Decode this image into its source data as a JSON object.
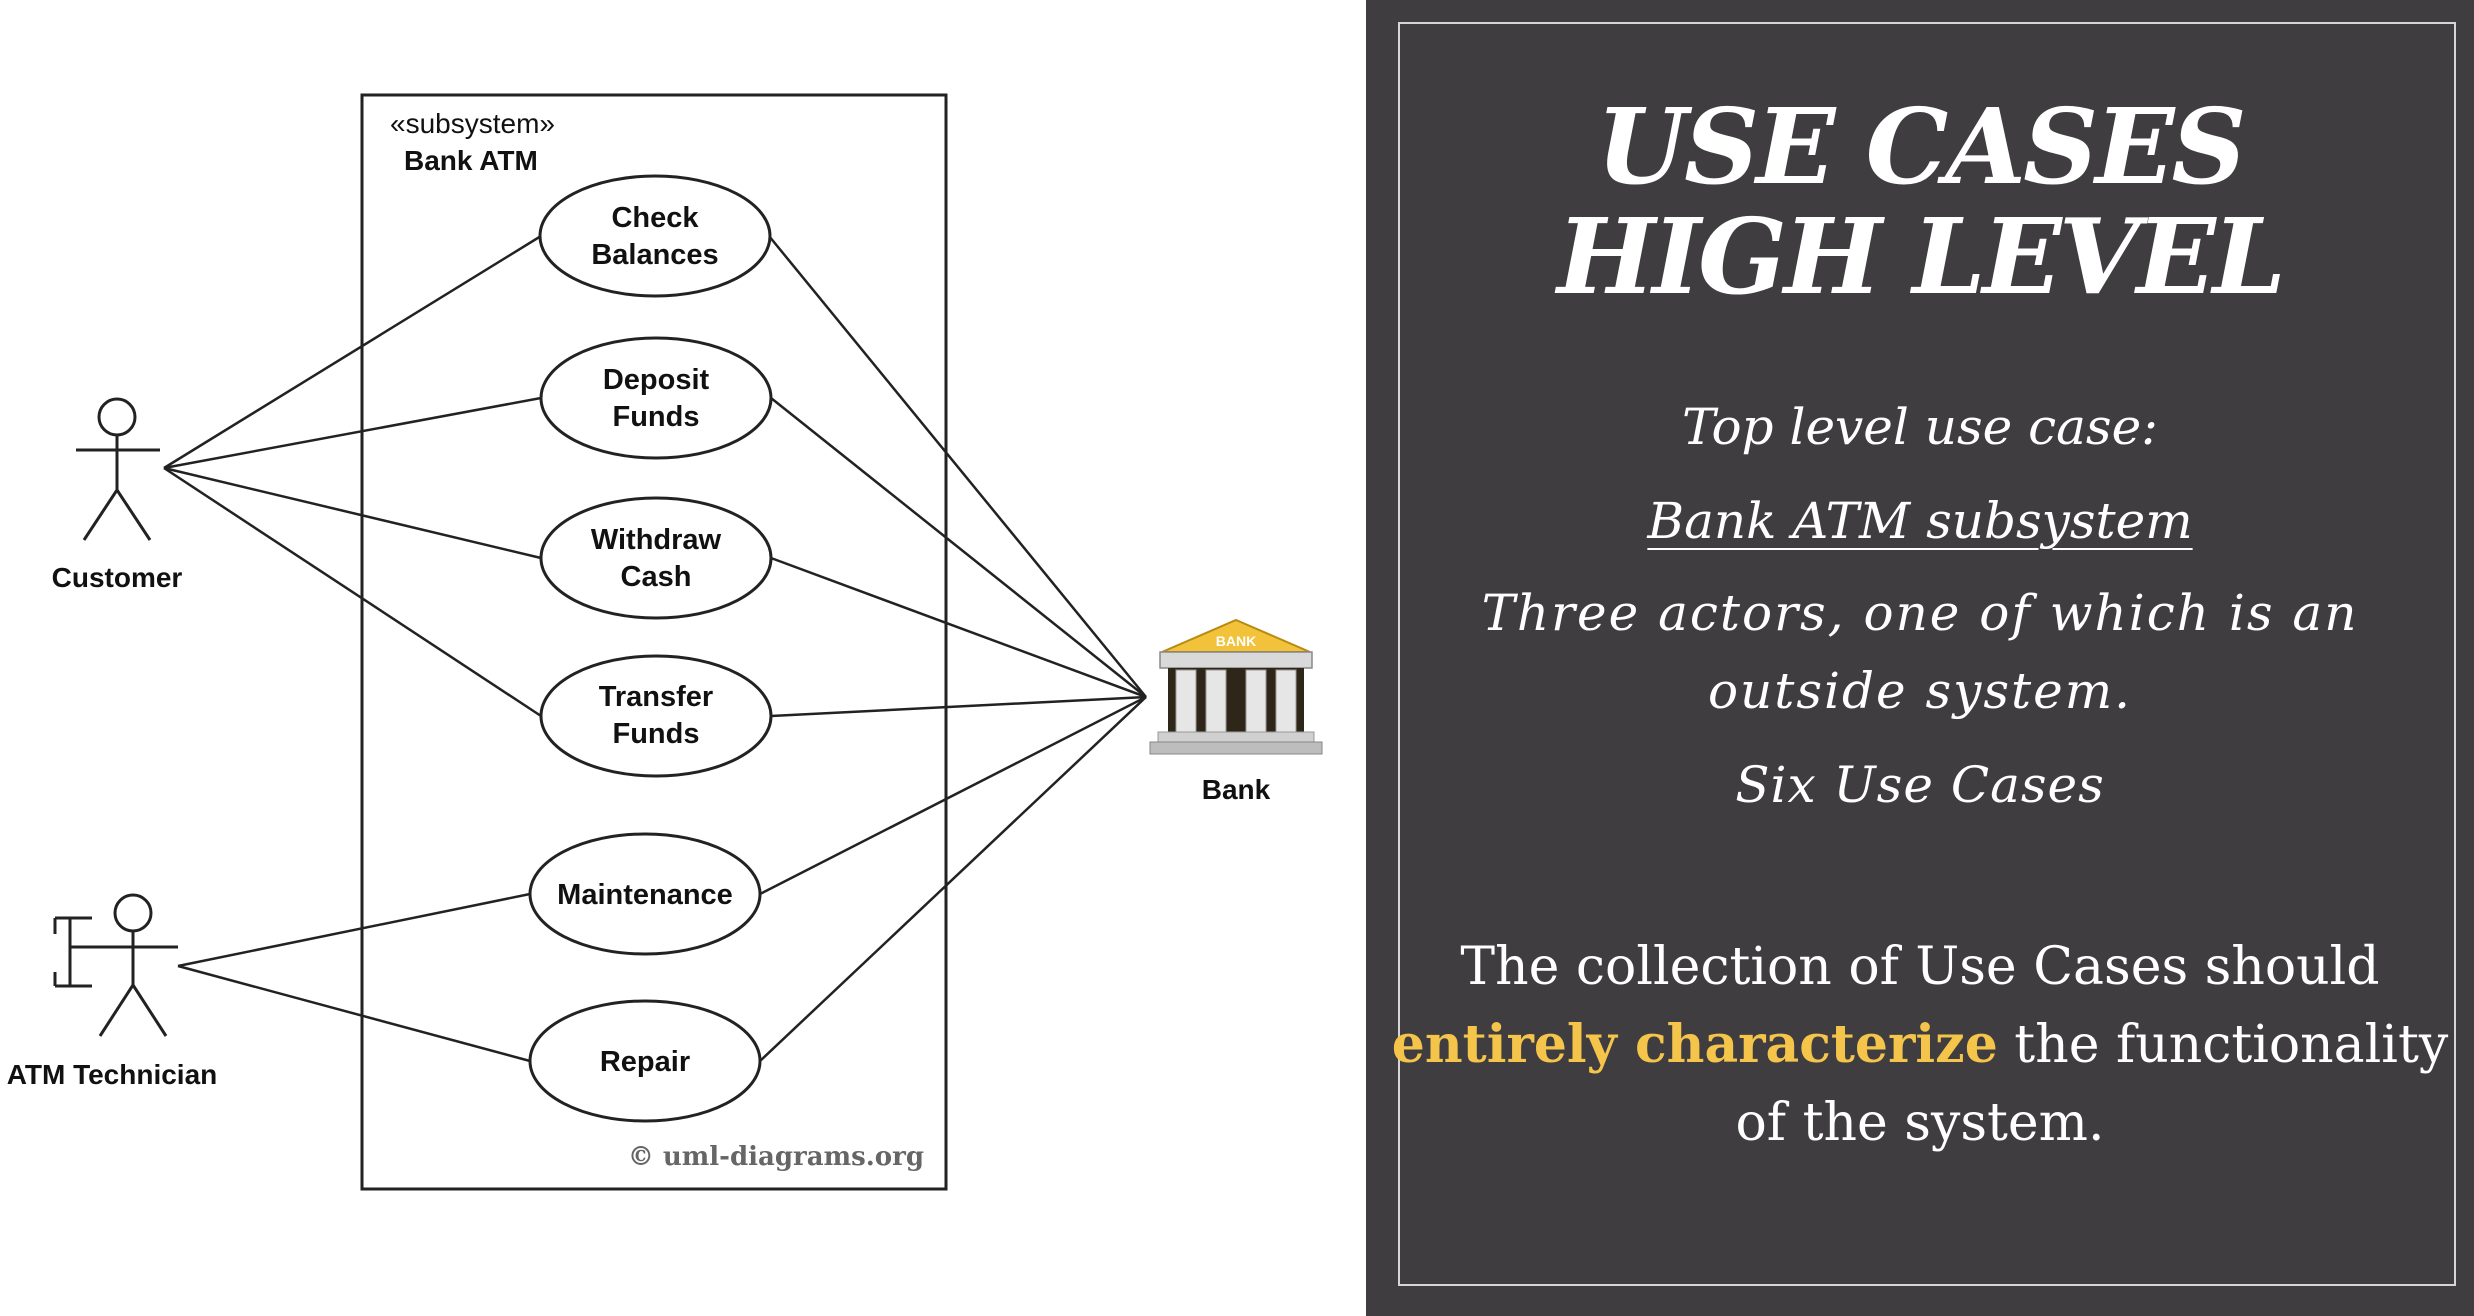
{
  "diagram": {
    "stereotype": "«subsystem»",
    "system_name": "Bank ATM",
    "use_cases": [
      {
        "id": "check",
        "lines": [
          "Check",
          "Balances"
        ]
      },
      {
        "id": "deposit",
        "lines": [
          "Deposit",
          "Funds"
        ]
      },
      {
        "id": "withdraw",
        "lines": [
          "Withdraw",
          "Cash"
        ]
      },
      {
        "id": "transfer",
        "lines": [
          "Transfer",
          "Funds"
        ]
      },
      {
        "id": "maintenance",
        "lines": [
          "Maintenance"
        ]
      },
      {
        "id": "repair",
        "lines": [
          "Repair"
        ]
      }
    ],
    "actors": {
      "customer": "Customer",
      "technician": "ATM Technician",
      "bank": "Bank"
    },
    "bank_sign": "BANK",
    "copyright": "© uml-diagrams.org"
  },
  "slide": {
    "title_line1": "USE CASES",
    "title_line2": "HIGH LEVEL",
    "sub1": "Top level use case:",
    "sub2": "Bank ATM subsystem",
    "sub3_line1": "Three actors, one of which is an",
    "sub3_line2": "outside system.",
    "sub4": "Six Use Cases",
    "note_line1": "The collection of Use Cases should",
    "note_highlight": "entirely characterize",
    "note_line2_rest": " the functionality",
    "note_line3": "of the system.",
    "colors": {
      "panel": "#3f3d3f",
      "highlight": "#f4c54a",
      "text": "#ffffff"
    }
  }
}
